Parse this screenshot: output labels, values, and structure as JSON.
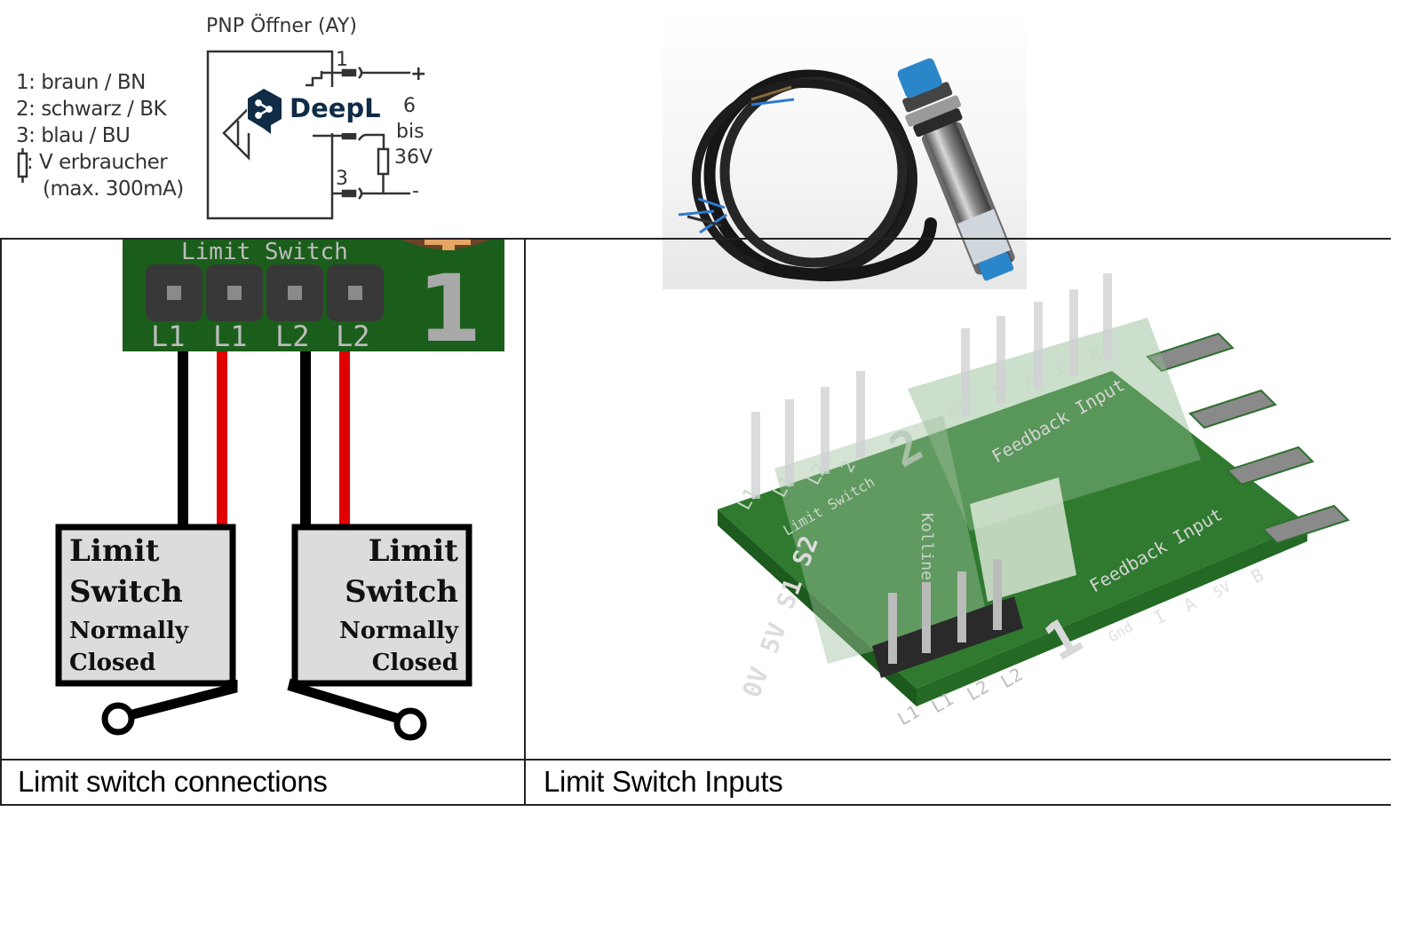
{
  "wiring_diagram": {
    "title": "PNP Öffner (AY)",
    "legend": [
      "1: braun / BN",
      "2: schwarz / BK",
      "3: blau / BU",
      ": V erbraucher",
      "(max. 300mA)"
    ],
    "pin_labels": [
      "1",
      "3"
    ],
    "terminal_plus": "+",
    "terminal_minus": "-",
    "voltage_range": [
      "6",
      "bis",
      "36V"
    ],
    "overlay_logo": "DeepL",
    "colors": {
      "deepl_brand": "#0f2b46",
      "line": "#333333"
    }
  },
  "sensor_photo": {
    "description": "Inductive proximity sensor with black cable",
    "colors": {
      "cap": "#2b86c9",
      "cable": "#1a1a1a",
      "wire_brown": "#8a6a3c",
      "wire_blue": "#2e7ad1"
    }
  },
  "table": {
    "columns": [
      {
        "caption": "Limit switch connections",
        "pcb": {
          "header_label": "Limit Switch",
          "pins": [
            "L1",
            "L1",
            "L2",
            "L2"
          ],
          "board_number": "1"
        },
        "switches": [
          {
            "lines": [
              "Limit",
              "Switch",
              "Normally",
              "Closed"
            ],
            "align": "left"
          },
          {
            "lines": [
              "Limit",
              "Switch",
              "Normally",
              "Closed"
            ],
            "align": "right"
          }
        ],
        "colors": {
          "pcb": "#1b5e1b",
          "wire_black": "#000000",
          "wire_red": "#e00000",
          "switch_fill": "#dcdcdc"
        }
      },
      {
        "caption": "Limit Switch Inputs",
        "board_3d": {
          "side_labels": [
            "0V",
            "5V",
            "S1",
            "S2"
          ],
          "limit_pins_front": [
            "L1",
            "L1",
            "L2",
            "L2"
          ],
          "limit_pins_back": [
            "L1",
            "L1",
            "L2",
            "2"
          ],
          "limit_label": "Limit Switch",
          "feedback_label": "Feedback Input",
          "feedback_pins": [
            "Gnd",
            "I",
            "A",
            "5V",
            "B"
          ],
          "board_numbers": [
            "1",
            "2"
          ],
          "brand_text": "Kolline"
        },
        "colors": {
          "pcb": "#2f7a2f",
          "pcb_dark": "#185c18",
          "header": "#2a2a2a",
          "pin": "#b8b8b8"
        }
      }
    ]
  }
}
